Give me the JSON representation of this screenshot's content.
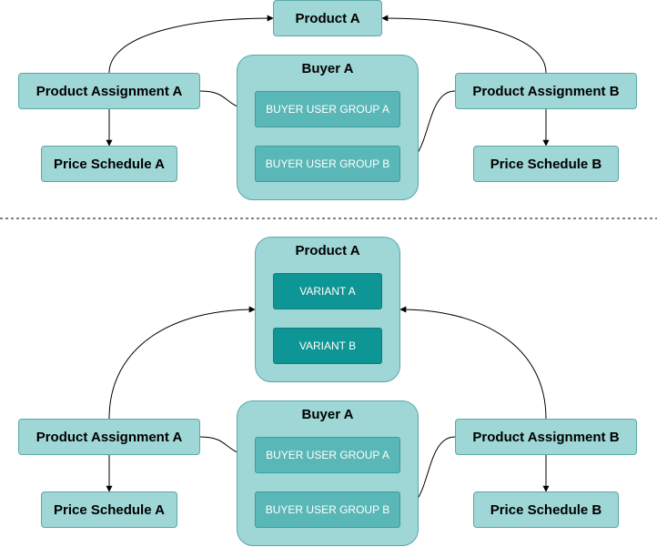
{
  "top": {
    "product": "Product A",
    "buyer": "Buyer A",
    "group_a": "BUYER USER GROUP A",
    "group_b": "BUYER USER GROUP B",
    "assignment_a": "Product Assignment A",
    "assignment_b": "Product Assignment B",
    "schedule_a": "Price Schedule A",
    "schedule_b": "Price Schedule B"
  },
  "bottom": {
    "product": "Product A",
    "variant_a": "VARIANT A",
    "variant_b": "VARIANT B",
    "buyer": "Buyer A",
    "group_a": "BUYER USER GROUP A",
    "group_b": "BUYER USER GROUP B",
    "assignment_a": "Product Assignment A",
    "assignment_b": "Product Assignment B",
    "schedule_a": "Price Schedule A",
    "schedule_b": "Price Schedule B"
  },
  "colors": {
    "node_fill": "#9fd6d6",
    "group_fill": "#5ab7b7",
    "variant_fill": "#0e9595",
    "edge": "#000000"
  }
}
